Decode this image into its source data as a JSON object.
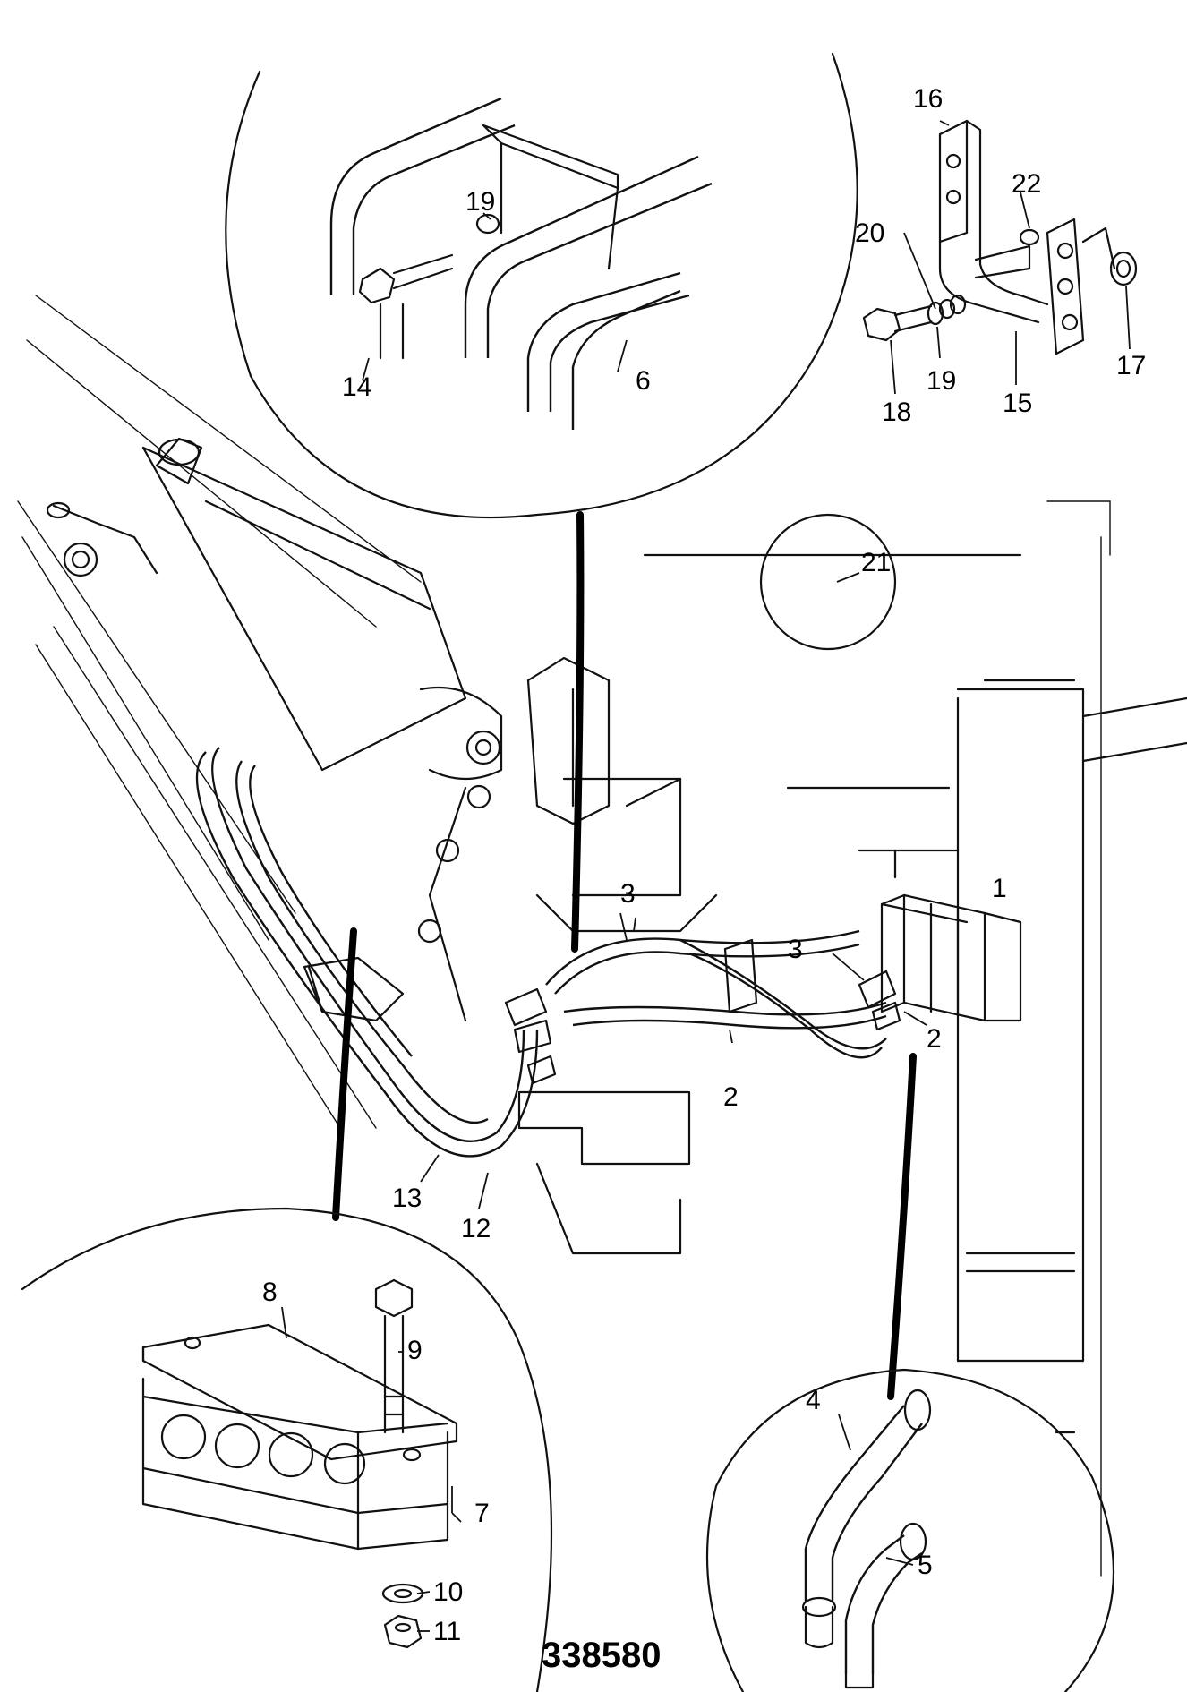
{
  "figure_number": "338580",
  "callouts": {
    "c1": "1",
    "c2a": "2",
    "c2b": "2",
    "c3a": "3",
    "c3b": "3",
    "c4": "4",
    "c5": "5",
    "c6": "6",
    "c7": "7",
    "c8": "8",
    "c9": "9",
    "c10": "10",
    "c11": "11",
    "c12": "12",
    "c13": "13",
    "c14": "14",
    "c15": "15",
    "c16": "16",
    "c17": "17",
    "c18": "18",
    "c19a": "19",
    "c19b": "19",
    "c20": "20",
    "c21": "21",
    "c22": "22"
  }
}
